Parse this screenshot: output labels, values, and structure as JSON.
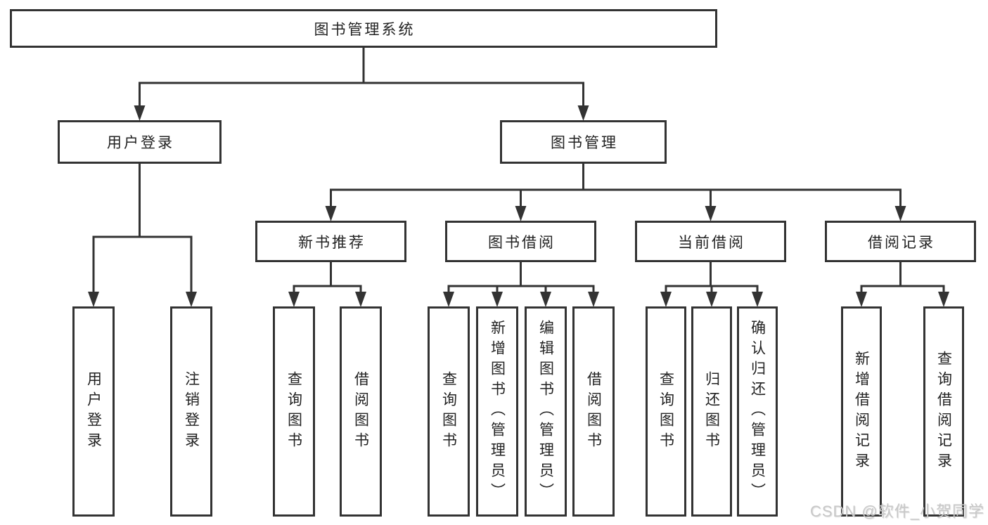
{
  "diagram": {
    "root": {
      "id": "root",
      "label": "图书管理系统",
      "children": [
        {
          "id": "user-login",
          "label": "用户登录",
          "children": [
            {
              "id": "login",
              "label": "用户登录"
            },
            {
              "id": "logout",
              "label": "注销登录"
            }
          ]
        },
        {
          "id": "book-mgmt",
          "label": "图书管理",
          "children": [
            {
              "id": "new-book-rec",
              "label": "新书推荐",
              "children": [
                {
                  "id": "nb-query",
                  "label": "查询图书"
                },
                {
                  "id": "nb-borrow",
                  "label": "借阅图书"
                }
              ]
            },
            {
              "id": "book-borrow",
              "label": "图书借阅",
              "children": [
                {
                  "id": "bb-query",
                  "label": "查询图书"
                },
                {
                  "id": "bb-add",
                  "label": "新增图书（管理员）"
                },
                {
                  "id": "bb-edit",
                  "label": "编辑图书（管理员）"
                },
                {
                  "id": "bb-borrow",
                  "label": "借阅图书"
                }
              ]
            },
            {
              "id": "current-borrow",
              "label": "当前借阅",
              "children": [
                {
                  "id": "cb-query",
                  "label": "查询图书"
                },
                {
                  "id": "cb-return",
                  "label": "归还图书"
                },
                {
                  "id": "cb-confirm",
                  "label": "确认归还（管理员）"
                }
              ]
            },
            {
              "id": "borrow-records",
              "label": "借阅记录",
              "children": [
                {
                  "id": "br-add",
                  "label": "新增借阅记录"
                },
                {
                  "id": "br-query",
                  "label": "查询借阅记录"
                }
              ]
            }
          ]
        }
      ]
    }
  },
  "watermark": {
    "text": "CSDN @软件_小贺同学"
  },
  "colors": {
    "line": "#333333",
    "border": "#333333",
    "text": "#222222",
    "background": "#ffffff",
    "watermark": "#c8c8c8"
  }
}
